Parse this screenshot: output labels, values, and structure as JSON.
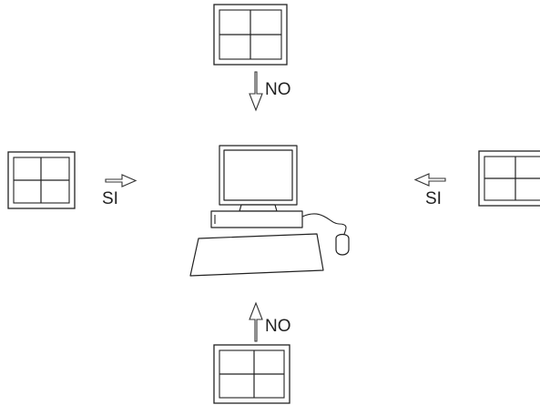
{
  "diagram": {
    "labels": {
      "top": "NO",
      "bottom": "NO",
      "left": "SI",
      "right": "SI"
    }
  }
}
